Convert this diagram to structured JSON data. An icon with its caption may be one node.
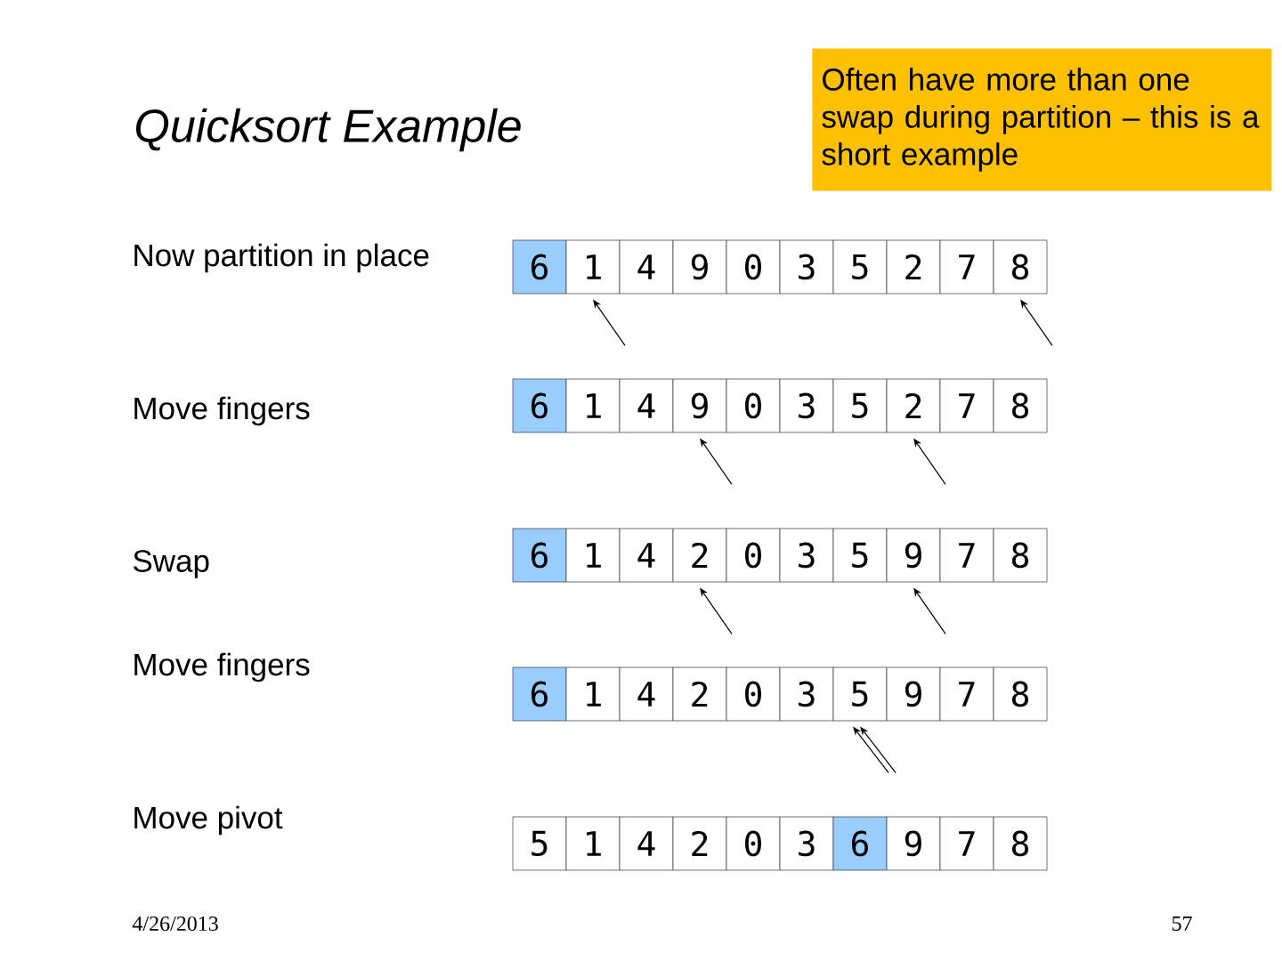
{
  "diagram": {
    "title": "Quicksort Example",
    "nodes": [
      {
        "text": [
          "Often have more than one swap during partition – this is a short example"
        ]
      },
      {
        "text": [
          "6"
        ]
      },
      {
        "text": [
          "1"
        ]
      },
      {
        "text": [
          "4"
        ]
      },
      {
        "text": [
          "9"
        ]
      },
      {
        "text": [
          "0"
        ]
      },
      {
        "text": [
          "3"
        ]
      },
      {
        "text": [
          "5"
        ]
      },
      {
        "text": [
          "2"
        ]
      },
      {
        "text": [
          "7"
        ]
      },
      {
        "text": [
          "8"
        ]
      },
      {
        "text": [
          "6"
        ]
      },
      {
        "text": [
          "1"
        ]
      },
      {
        "text": [
          "4"
        ]
      },
      {
        "text": [
          "9"
        ]
      },
      {
        "text": [
          "0"
        ]
      },
      {
        "text": [
          "3"
        ]
      },
      {
        "text": [
          "5"
        ]
      },
      {
        "text": [
          "2"
        ]
      },
      {
        "text": [
          "7"
        ]
      },
      {
        "text": [
          "8"
        ]
      },
      {
        "text": [
          "6"
        ]
      },
      {
        "text": [
          "1"
        ]
      },
      {
        "text": [
          "4"
        ]
      },
      {
        "text": [
          "2"
        ]
      },
      {
        "text": [
          "0"
        ]
      },
      {
        "text": [
          "3"
        ]
      },
      {
        "text": [
          "5"
        ]
      },
      {
        "text": [
          "9"
        ]
      },
      {
        "text": [
          "7"
        ]
      },
      {
        "text": [
          "8"
        ]
      },
      {
        "text": [
          "6"
        ]
      },
      {
        "text": [
          "1"
        ]
      },
      {
        "text": [
          "4"
        ]
      },
      {
        "text": [
          "2"
        ]
      },
      {
        "text": [
          "0"
        ]
      },
      {
        "text": [
          "3"
        ]
      },
      {
        "text": [
          "5"
        ]
      },
      {
        "text": [
          "9"
        ]
      },
      {
        "text": [
          "7"
        ]
      },
      {
        "text": [
          "8"
        ]
      },
      {
        "text": [
          "5"
        ]
      },
      {
        "text": [
          "1"
        ]
      },
      {
        "text": [
          "4"
        ]
      },
      {
        "text": [
          "2"
        ]
      },
      {
        "text": [
          "0"
        ]
      },
      {
        "text": [
          "3"
        ]
      },
      {
        "text": [
          "6"
        ]
      },
      {
        "text": [
          "9"
        ]
      },
      {
        "text": [
          "7"
        ]
      },
      {
        "text": [
          "8"
        ]
      }
    ],
    "edges": [
      {
        "from": null,
        "to": 2,
        "arrow": "to"
      },
      {
        "from": null,
        "to": 10,
        "arrow": "to"
      },
      {
        "from": null,
        "to": 14,
        "arrow": "to"
      },
      {
        "from": null,
        "to": 18,
        "arrow": "to"
      },
      {
        "from": null,
        "to": 24,
        "arrow": "to"
      },
      {
        "from": null,
        "to": 28,
        "arrow": "to"
      },
      {
        "from": null,
        "to": 37,
        "arrow": "to"
      },
      {
        "from": null,
        "to": 37,
        "arrow": "to"
      }
    ],
    "labels": [
      "Now partition in place",
      "Move fingers",
      "Swap",
      "Move fingers",
      "Move pivot",
      "4/26/2013",
      "57"
    ]
  }
}
